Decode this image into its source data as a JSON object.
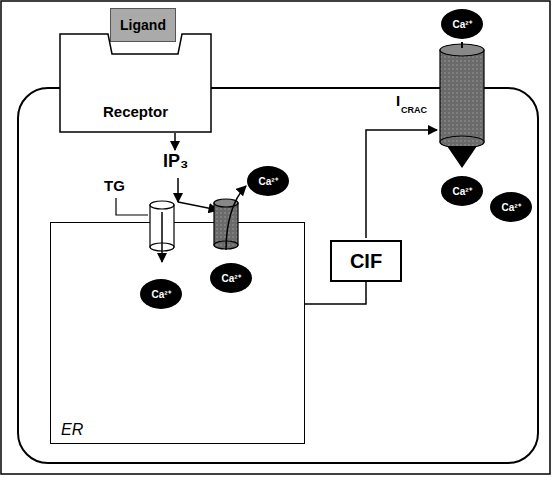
{
  "diagram": {
    "nodes": [
      {
        "text": [
          "Ligand"
        ]
      },
      {
        "text": [
          "Receptor"
        ]
      },
      {
        "text": [
          "Ca²⁺"
        ]
      },
      {
        "text": [
          "Ca²⁺"
        ]
      },
      {
        "text": [
          "Ca²⁺"
        ]
      },
      {
        "text": [
          "Ca²⁺"
        ]
      },
      {
        "text": [
          "CIF"
        ]
      },
      {
        "text": [
          "ER"
        ]
      },
      {
        "text": [
          "Ca²⁺"
        ],
        "in": 7
      },
      {
        "text": [
          "Ca²⁺"
        ],
        "in": 7
      }
    ],
    "edges": [
      {
        "from": 7,
        "to": 6,
        "arrow": "none"
      }
    ],
    "labels": [
      "IP₃",
      "TG",
      "I",
      "CRAC"
    ]
  }
}
